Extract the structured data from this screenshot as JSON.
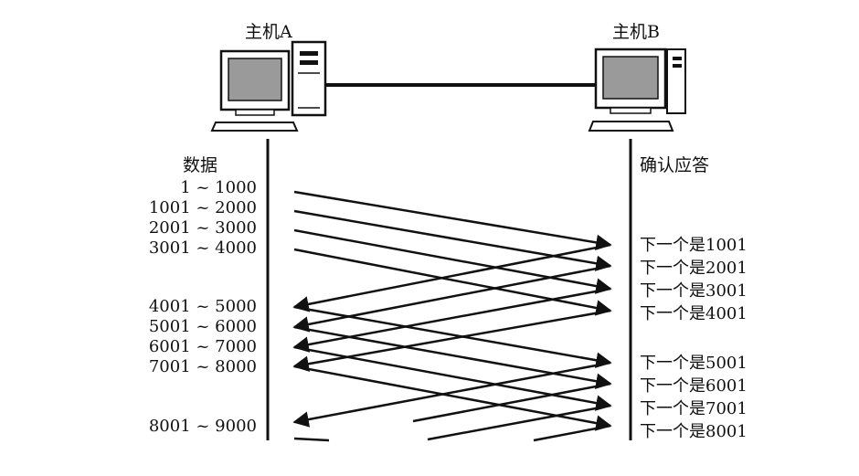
{
  "host_a": {
    "label": "主机A"
  },
  "host_b": {
    "label": "主机B"
  },
  "left_header": "数据",
  "right_header": "确认应答",
  "data_segments": [
    "1 ~ 1000",
    "1001 ~ 2000",
    "2001 ~ 3000",
    "3001 ~ 4000",
    "4001 ~ 5000",
    "5001 ~ 6000",
    "6001 ~ 7000",
    "7001 ~ 8000",
    "8001 ~ 9000"
  ],
  "acks": [
    "下一个是1001",
    "下一个是2001",
    "下一个是3001",
    "下一个是4001",
    "下一个是5001",
    "下一个是6001",
    "下一个是7001",
    "下一个是8001"
  ],
  "icons": {
    "host_a": "computer-tower-icon",
    "host_b": "computer-tower-icon"
  },
  "colors": {
    "ink": "#111111",
    "screen": "#9a9a9a",
    "background": "#ffffff"
  }
}
